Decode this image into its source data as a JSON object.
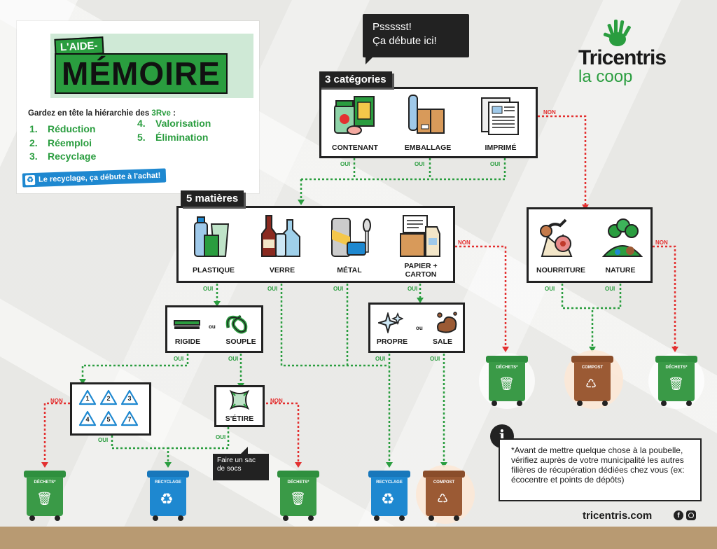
{
  "bubble": {
    "line1": "Pssssst!",
    "line2": "Ça débute ici!"
  },
  "brand": {
    "name": "Tricentris",
    "tagline": "la coop",
    "website": "tricentris.com"
  },
  "memo": {
    "title_small": "L'AIDE-",
    "title_big": "MÉMOIRE",
    "subtitle_prefix": "Gardez en tête la hiérarchie des ",
    "subtitle_highlight": "3Rve",
    "subtitle_suffix": " :",
    "items": [
      {
        "num": "1.",
        "text": "Réduction"
      },
      {
        "num": "2.",
        "text": "Réemploi"
      },
      {
        "num": "3.",
        "text": "Recyclage"
      },
      {
        "num": "4.",
        "text": "Valorisation"
      },
      {
        "num": "5.",
        "text": "Élimination"
      }
    ],
    "slogan": "Le recyclage, ça débute à l'achat!"
  },
  "categories": {
    "heading": "3 catégories",
    "items": [
      "CONTENANT",
      "EMBALLAGE",
      "IMPRIMÉ"
    ]
  },
  "materials": {
    "heading": "5 matières",
    "items": [
      "PLASTIQUE",
      "VERRE",
      "MÉTAL",
      "PAPIER +",
      "CARTON"
    ]
  },
  "organics": {
    "items": [
      "NOURRITURE",
      "NATURE"
    ]
  },
  "plastic_type": {
    "rigid": "RIGIDE",
    "or": "ou",
    "flexible": "SOUPLE"
  },
  "cleanliness": {
    "clean": "PROPRE",
    "or": "ou",
    "dirty": "SALE"
  },
  "resin_codes": [
    "1",
    "2",
    "3",
    "4",
    "5",
    "7"
  ],
  "stretch": {
    "label": "S'ÉTIRE",
    "tip": "Faire un sac de socs"
  },
  "answers": {
    "yes": "OUI",
    "no": "NON"
  },
  "bins": {
    "waste": "DÉCHETS*",
    "recycling": "RECYCLAGE",
    "compost": "COMPOST"
  },
  "info": {
    "text": "*Avant de mettre quelque chose à la poubelle, vérifiez auprès de votre municipalité les autres filières de récupération dédiées chez vous (ex: écocentre et points de dépôts)"
  },
  "colors": {
    "green": "#2a9d3f",
    "blue": "#1e88d0",
    "brown": "#9b5a34",
    "red": "#e33030",
    "dark": "#222222",
    "pale_green": "#cfe9d6"
  }
}
